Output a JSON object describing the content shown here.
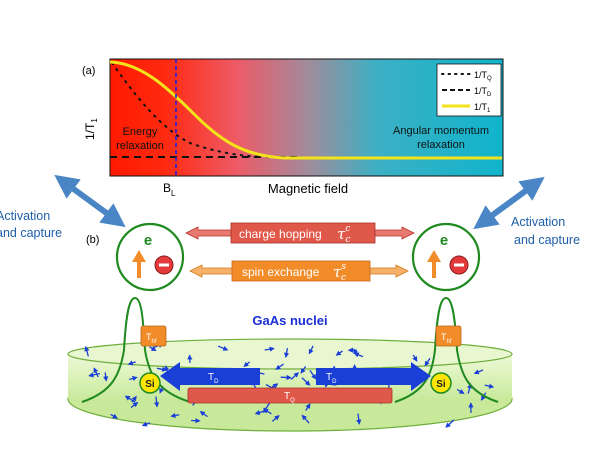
{
  "panel_a": {
    "label": "(a)",
    "y_axis": "1/T",
    "y_axis_sub": "1",
    "x_axis": "Magnetic field",
    "b_label": "B",
    "b_sub": "L",
    "left_region": [
      "Energy",
      "relaxation"
    ],
    "right_region": [
      "Angular momentum",
      "relaxation"
    ],
    "legend": [
      {
        "text": "1/T",
        "sub": "Q",
        "style": "dotted",
        "color": "#000000"
      },
      {
        "text": "1/T",
        "sub": "D",
        "style": "dashed",
        "color": "#000000"
      },
      {
        "text": "1/T",
        "sub": "1",
        "style": "solid",
        "color": "#f2e31a"
      }
    ],
    "colors": {
      "red": "#ff1a00",
      "cyan": "#10b4cc",
      "curve": "#f2e31a",
      "bl_line": "#1f1fd6"
    }
  },
  "panel_b": {
    "label": "(b)",
    "activation_left": [
      "Activation",
      "and capture"
    ],
    "activation_right": [
      "Activation",
      "and capture"
    ],
    "electron_symbol": "e",
    "minus": "−",
    "charge_hopping": "charge hopping",
    "spin_exchange": "spin exchange",
    "tau_base": "τ",
    "tau_charge_sup": "c",
    "tau_charge_sub": "c",
    "tau_spin_sup": "s",
    "tau_spin_sub": "c",
    "nuclei_label": "GaAs nuclei",
    "thf_left": {
      "text": "T",
      "sub": "hf"
    },
    "thf_right": {
      "text": "T",
      "sub": "hf"
    },
    "si": "Si",
    "td_left": {
      "text": "T",
      "sub": "D"
    },
    "td_right": {
      "text": "T",
      "sub": "D"
    },
    "tq": {
      "text": "T",
      "sub": "Q"
    },
    "colors": {
      "blue_arrow": "#4a86c6",
      "text_blue": "#1f5fa8",
      "green": "#1f8a1f",
      "orange": "#f28c28",
      "red_box": "#e0584a",
      "nuclei_blue": "#1a3fd6",
      "disk": "#d9f2b3"
    }
  }
}
